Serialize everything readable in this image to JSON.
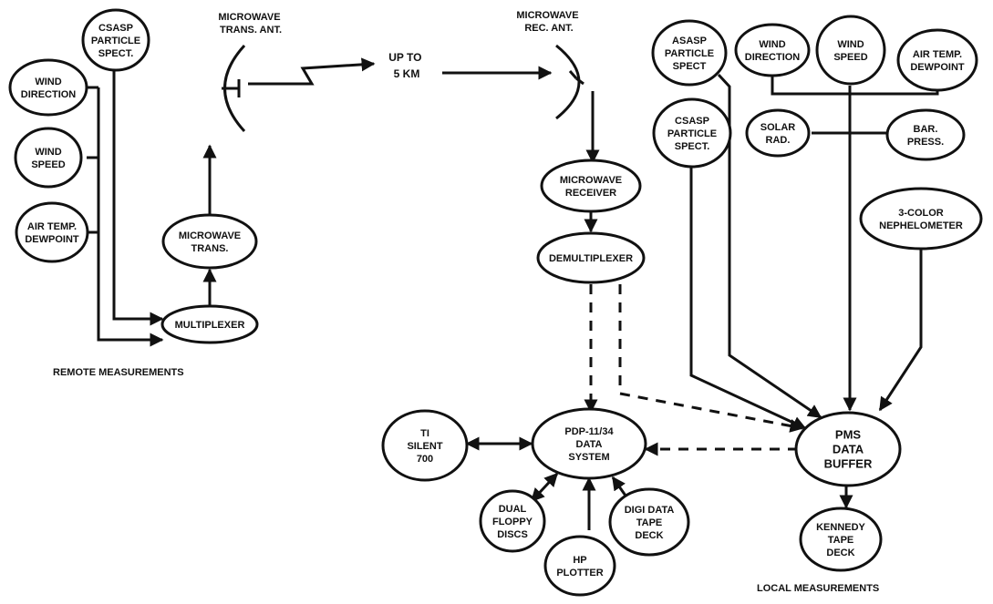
{
  "nodes": {
    "csasp_remote": [
      "CSASP",
      "PARTICLE",
      "SPECT."
    ],
    "wind_dir_remote": [
      "WIND",
      "DIRECTION"
    ],
    "wind_speed_remote": [
      "WIND",
      "SPEED"
    ],
    "air_temp_remote": [
      "AIR TEMP.",
      "DEWPOINT"
    ],
    "multiplexer": [
      "MULTIPLEXER"
    ],
    "mw_trans": [
      "MICROWAVE",
      "TRANS."
    ],
    "mw_receiver": [
      "MICROWAVE",
      "RECEIVER"
    ],
    "demultiplexer": [
      "DEMULTIPLEXER"
    ],
    "asasp": [
      "ASASP",
      "PARTICLE",
      "SPECT"
    ],
    "wind_dir_local": [
      "WIND",
      "DIRECTION"
    ],
    "wind_speed_local": [
      "WIND",
      "SPEED"
    ],
    "air_temp_local": [
      "AIR TEMP.",
      "DEWPOINT"
    ],
    "csasp_local": [
      "CSASP",
      "PARTICLE",
      "SPECT."
    ],
    "solar_rad": [
      "SOLAR",
      "RAD."
    ],
    "bar_press": [
      "BAR.",
      "PRESS."
    ],
    "nephelometer": [
      "3-COLOR",
      "NEPHELOMETER"
    ],
    "pms_buffer": [
      "PMS",
      "DATA",
      "BUFFER"
    ],
    "kennedy_tape": [
      "KENNEDY",
      "TAPE",
      "DECK"
    ],
    "pdp": [
      "PDP-11/34",
      "DATA",
      "SYSTEM"
    ],
    "ti_silent": [
      "TI",
      "SILENT",
      "700"
    ],
    "dual_floppy": [
      "DUAL",
      "FLOPPY",
      "DISCS"
    ],
    "digi_data": [
      "DIGI DATA",
      "TAPE",
      "DECK"
    ],
    "hp_plotter": [
      "HP",
      "PLOTTER"
    ]
  },
  "labels": {
    "trans_ant": [
      "MICROWAVE",
      "TRANS. ANT."
    ],
    "rec_ant": [
      "MICROWAVE",
      "REC. ANT."
    ],
    "distance": [
      "UP TO",
      "5 KM"
    ],
    "remote": "REMOTE MEASUREMENTS",
    "local": "LOCAL MEASUREMENTS"
  }
}
